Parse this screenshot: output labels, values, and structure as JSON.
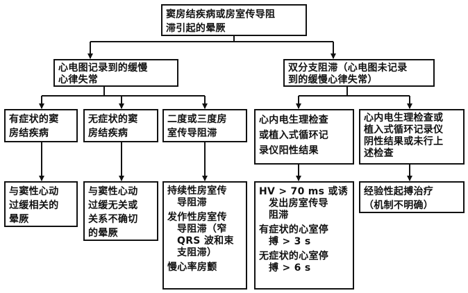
{
  "root": {
    "lines": [
      "窦房结疾病或房室传导阻",
      "滞引起的晕厥"
    ]
  },
  "left": {
    "lines": [
      "心电图记录到的缓慢",
      "心律失常"
    ]
  },
  "right": {
    "lines": [
      "双分支阻滞（心电图未记录",
      "到的缓慢心律失常）"
    ]
  },
  "symptomatic_sss": {
    "lines": [
      "有症状的窦",
      "房结疾病"
    ]
  },
  "asymptomatic_sss": {
    "lines": [
      "无症状的窦",
      "房结疾病"
    ]
  },
  "av_block": {
    "lines": [
      "二度或三度房",
      "室传导阻滞"
    ]
  },
  "ep_positive": {
    "lines": [
      "心内电生理检查",
      "或植入式循环记",
      "录仪阳性结果"
    ]
  },
  "ep_negative": {
    "lines": [
      "心内电生理检查或",
      "植入式循环记录仪",
      "阴性结果或未行上",
      "述检查"
    ]
  },
  "related_brady": {
    "lines": [
      "与窦性心动",
      "过缓相关的",
      "晕厥"
    ]
  },
  "unrelated_brady": {
    "lines": [
      "与窦性心动",
      "过缓无关或",
      "关系不确切",
      "的晕厥"
    ]
  },
  "av_outcomes": {
    "persistent": [
      "持续性房室传",
      "导阻滞"
    ],
    "paroxysmal": [
      "发作性房室传",
      "导阻滞（窄",
      "QRS 波和束",
      "支阻滞）"
    ],
    "slow_af": "慢心率房颤"
  },
  "ep_outcomes": {
    "hv": [
      "HV > 70 ms 或诱",
      "发出房室传导",
      "阻滞"
    ],
    "symptomatic_pause": [
      "有症状的心室停",
      "搏 > 3 s"
    ],
    "asymptomatic_pause": [
      "无症状的心室停",
      "搏 > 6 s"
    ]
  },
  "empiric": {
    "lines": [
      "经验性起搏治疗",
      "（机制不明确）"
    ]
  }
}
